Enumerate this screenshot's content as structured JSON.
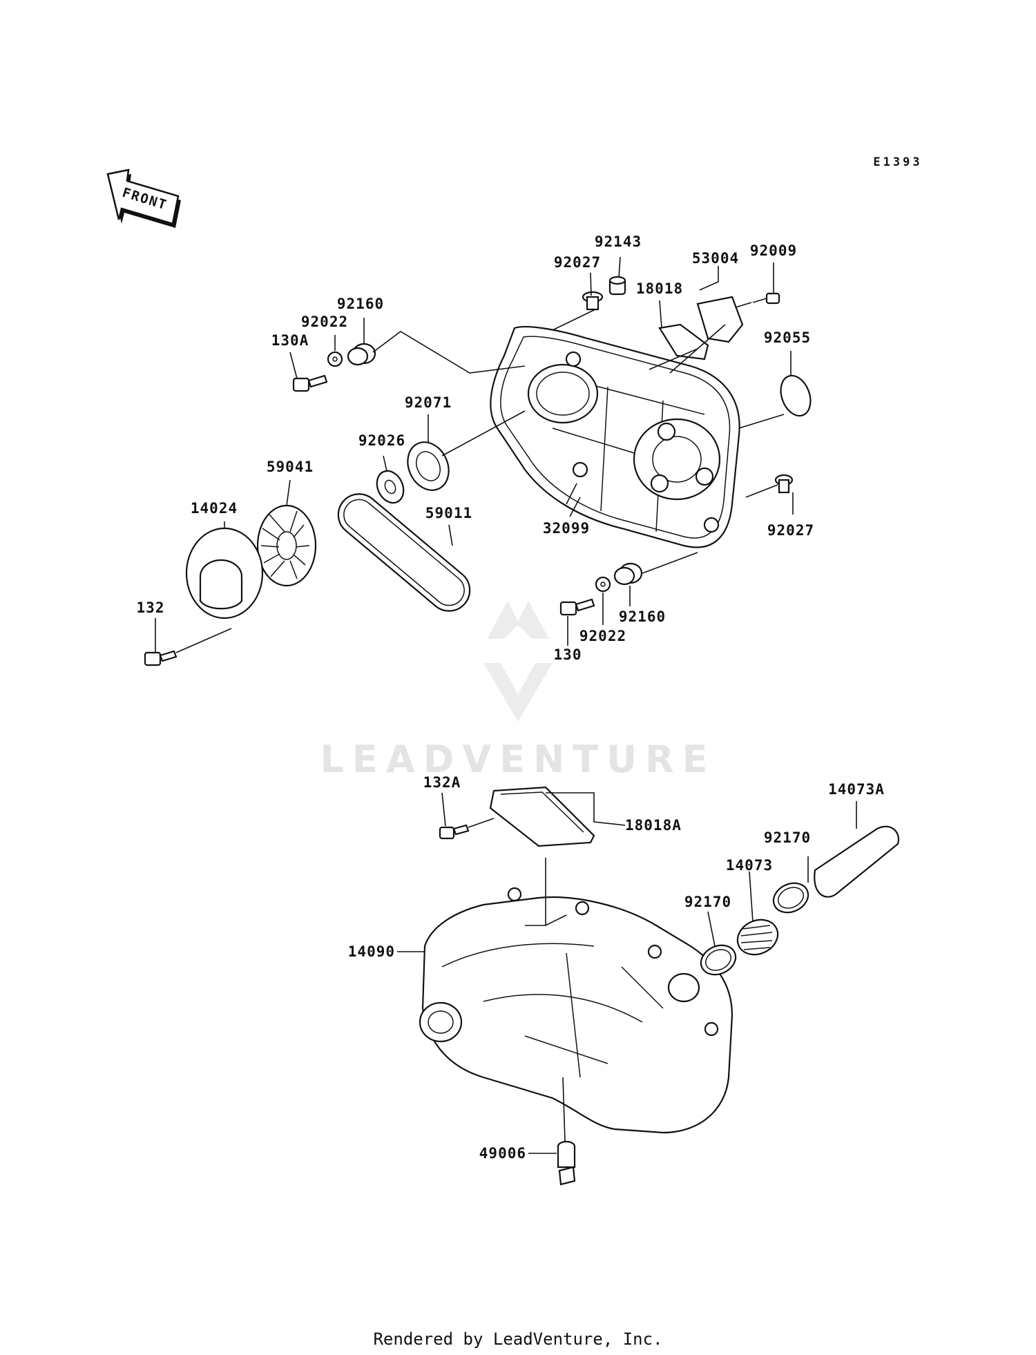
{
  "diagram_code": "E1393",
  "front_arrow_label": "FRONT",
  "watermark": "LEADVENTURE",
  "footer": "Rendered by LeadVenture, Inc.",
  "labels": {
    "p92143": "92143",
    "p92027_top": "92027",
    "p53004": "53004",
    "p92009": "92009",
    "p18018": "18018",
    "p92160_top": "92160",
    "p92022_top": "92022",
    "p130A": "130A",
    "p92055": "92055",
    "p92071": "92071",
    "p92026": "92026",
    "p59041": "59041",
    "p14024": "14024",
    "p59011": "59011",
    "p32099": "32099",
    "p92027_right": "92027",
    "p132": "132",
    "p92160_bottom": "92160",
    "p92022_bottom": "92022",
    "p130": "130",
    "p132A": "132A",
    "p18018A": "18018A",
    "p14073A": "14073A",
    "p92170_top": "92170",
    "p14073": "14073",
    "p92170_left": "92170",
    "p14090": "14090",
    "p49006": "49006"
  }
}
